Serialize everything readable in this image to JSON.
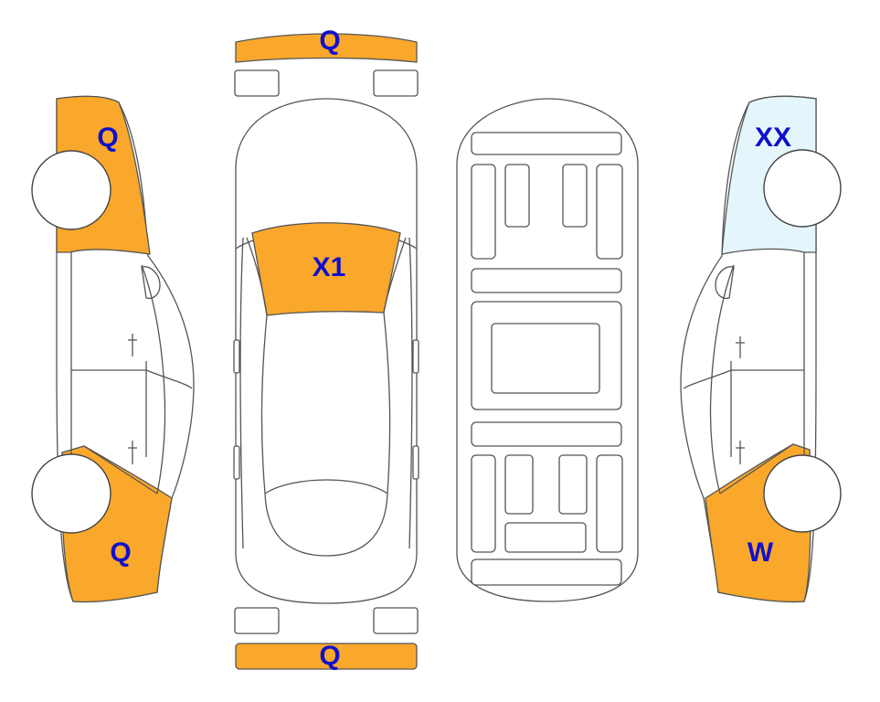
{
  "colors": {
    "damaged": "#F9A82C",
    "highlighted": "#E4F6FB",
    "outline": "#555555",
    "label": "#1010CC"
  },
  "zones": {
    "front_bumper": {
      "code": "Q",
      "status": "damaged"
    },
    "rear_bumper": {
      "code": "Q",
      "status": "damaged"
    },
    "roof_front": {
      "code": "X1",
      "status": "damaged"
    },
    "left_front_fender": {
      "code": "Q",
      "status": "damaged"
    },
    "left_rear_quarter": {
      "code": "Q",
      "status": "damaged"
    },
    "right_front_fender": {
      "code": "W",
      "status": "damaged"
    },
    "right_rear_quarter": {
      "code": "XX",
      "status": "highlighted"
    }
  }
}
